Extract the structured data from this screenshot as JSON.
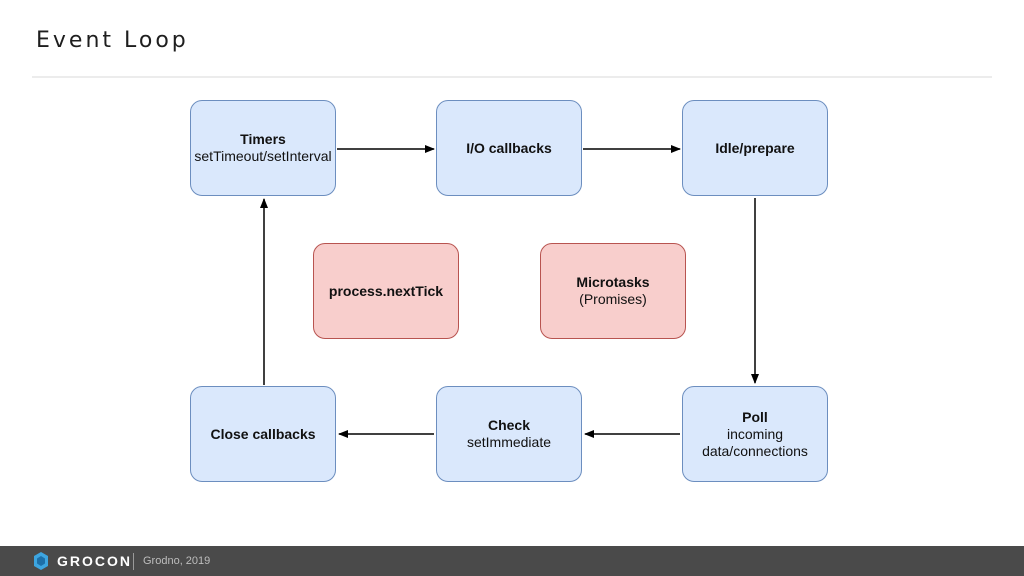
{
  "slide": {
    "title": "Event Loop"
  },
  "diagram": {
    "timers": {
      "title": "Timers",
      "detail": "setTimeout/setInterval"
    },
    "io": {
      "title": "I/O callbacks"
    },
    "idle": {
      "title": "Idle/prepare"
    },
    "poll": {
      "title": "Poll",
      "line1": "incoming",
      "line2": "data/connections"
    },
    "check": {
      "title": "Check",
      "detail": "setImmediate"
    },
    "close": {
      "title": "Close callbacks"
    },
    "nexttick": {
      "title": "process.nextTick"
    },
    "microtasks": {
      "title": "Microtasks",
      "detail": "(Promises)"
    },
    "colors": {
      "phase_fill": "#dae8fc",
      "phase_stroke": "#6c8ebf",
      "queue_fill": "#f8cecc",
      "queue_stroke": "#b85450",
      "arrow": "#000000"
    }
  },
  "footer": {
    "brand": "GROCON",
    "event": "Grodno, 2019",
    "logo_icon": "grocon-logo-icon",
    "background": "#4a4a4a"
  }
}
